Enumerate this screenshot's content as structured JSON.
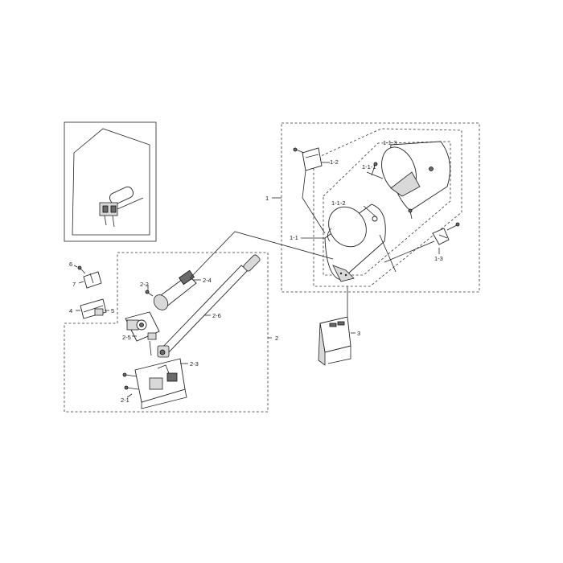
{
  "labels": {
    "l1": "1",
    "l1_1": "1-1",
    "l1_1_1": "1-1-1",
    "l1_1_2": "1-1-2",
    "l1_1_3": "1-1-3",
    "l1_2": "1-2",
    "l1_3": "1-3",
    "l2": "2",
    "l2_1": "2-1",
    "l2_2": "2-2",
    "l2_3": "2-3",
    "l2_4": "2-4",
    "l2_5": "2-5",
    "l2_6": "2-6",
    "l3": "3",
    "l4": "4",
    "l5": "5",
    "l6": "6",
    "l7": "7"
  }
}
